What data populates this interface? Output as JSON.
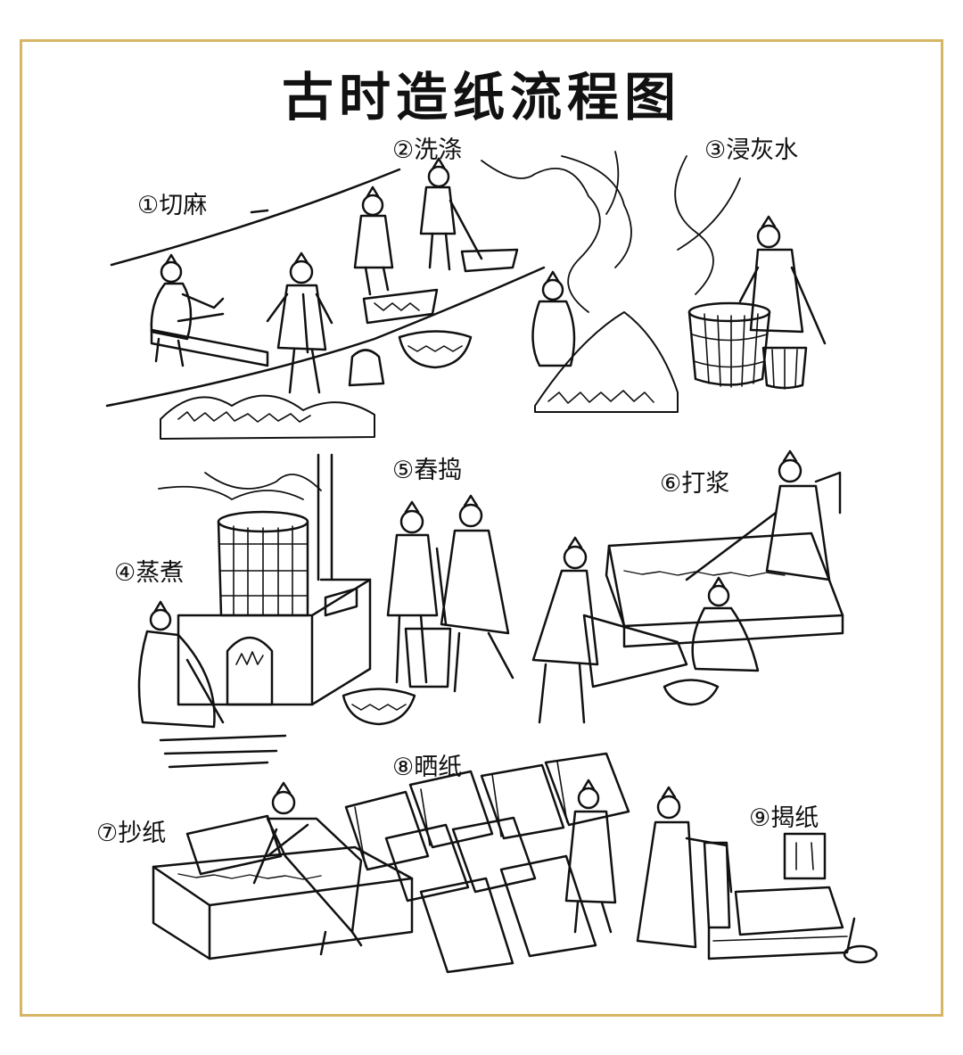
{
  "title": "古时造纸流程图",
  "steps": [
    {
      "label": "①切麻"
    },
    {
      "label": "②洗涤"
    },
    {
      "label": "③浸灰水"
    },
    {
      "label": "④蒸煮"
    },
    {
      "label": "⑤舂捣"
    },
    {
      "label": "⑥打浆"
    },
    {
      "label": "⑦抄纸"
    },
    {
      "label": "⑧晒纸"
    },
    {
      "label": "⑨揭纸"
    }
  ],
  "colors": {
    "frame": "#d6b565",
    "ink": "#111111",
    "paper": "#ffffff"
  }
}
